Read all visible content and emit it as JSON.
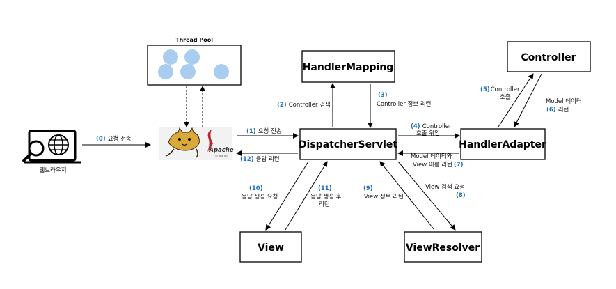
{
  "thread_pool": {
    "title": "Thread Pool"
  },
  "browser": {
    "label": "웹브라우저"
  },
  "tomcat": {
    "brand": "Apache",
    "sub": "TOMCAT"
  },
  "boxes": {
    "handler_mapping": "HandlerMapping",
    "dispatcher": "DispatcherServlet",
    "controller": "Controller",
    "handler_adapter": "HandlerAdapter",
    "view": "View",
    "view_resolver": "ViewResolver"
  },
  "steps": {
    "s0": {
      "num": "(0)",
      "text": "요청 전송"
    },
    "s1": {
      "num": "(1)",
      "text": "요청 전송"
    },
    "s2": {
      "num": "(2)",
      "text": "Controller 검색"
    },
    "s3": {
      "num": "(3)",
      "text": "Controller 정보 리턴"
    },
    "s4": {
      "num": "(4)",
      "line1": "Controller",
      "line2": "호출 위임"
    },
    "s5": {
      "num": "(5)",
      "line1": "Controller",
      "line2": "호출"
    },
    "s6": {
      "num": "(6)",
      "line1": "Model 데이터",
      "line2": "리턴"
    },
    "s7": {
      "num": "(7)",
      "line1": "Model 데이터와",
      "line2": "View 이름 리턴"
    },
    "s8": {
      "num": "(8)",
      "text": "View 검색 요청"
    },
    "s9": {
      "num": "(9)",
      "text": "View 정보 리턴"
    },
    "s10": {
      "num": "(10)",
      "text": "응답 생성 요청"
    },
    "s11": {
      "num": "(11)",
      "line1": "응답 생성 후",
      "line2": "리턴"
    },
    "s12": {
      "num": "(12)",
      "text": "응답 리턴"
    }
  },
  "colors": {
    "step_number": "#1f6fb8",
    "thread_circle": "#a9cdee",
    "tomcat_body": "#d9a93a",
    "apache_red": "#b3262e"
  }
}
